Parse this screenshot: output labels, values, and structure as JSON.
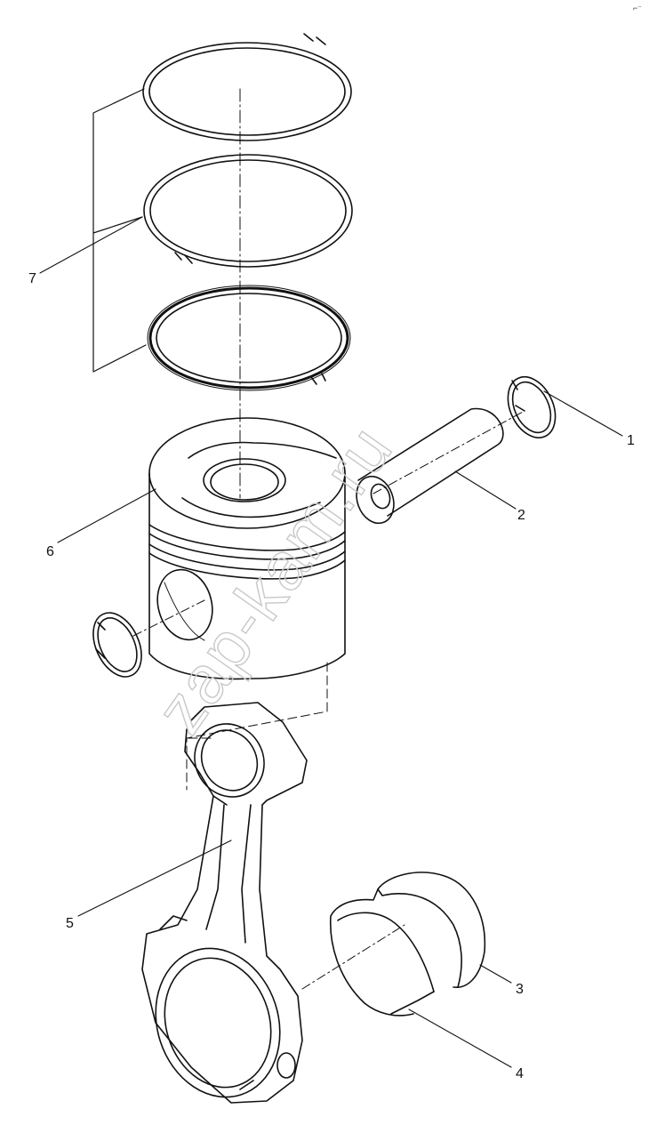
{
  "diagram": {
    "callouts": [
      {
        "id": "1",
        "label": "1"
      },
      {
        "id": "2",
        "label": "2"
      },
      {
        "id": "3",
        "label": "3"
      },
      {
        "id": "4",
        "label": "4"
      },
      {
        "id": "5",
        "label": "5"
      },
      {
        "id": "6",
        "label": "6"
      },
      {
        "id": "7",
        "label": "7"
      }
    ],
    "watermark": "zap-kam.ru",
    "corner_mark": "⌐⁻"
  }
}
